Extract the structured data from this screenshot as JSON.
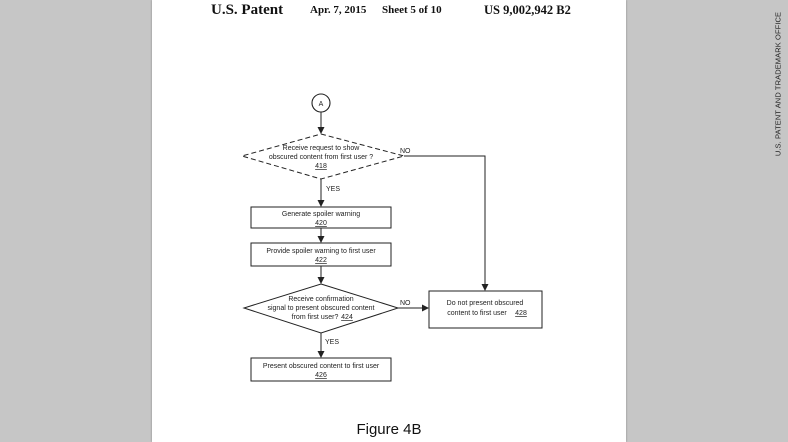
{
  "header": {
    "title": "U.S. Patent",
    "date": "Apr. 7, 2015",
    "sheet": "Sheet 5 of 10",
    "number": "US 9,002,942 B2"
  },
  "flowchart": {
    "connector": "A",
    "decision_418": {
      "line1": "Receive request to show",
      "line2": "obscured content from first user ?",
      "ref": "418"
    },
    "box_420": {
      "line1": "Generate spoiler warning",
      "ref": "420"
    },
    "box_422": {
      "line1": "Provide spoiler warning to first user",
      "ref": "422"
    },
    "decision_424": {
      "line1": "Receive confirmation",
      "line2": "signal to present obscured content",
      "line3": "from first user?",
      "ref": "424"
    },
    "box_426": {
      "line1": "Present obscured content to first user",
      "ref": "426"
    },
    "box_428": {
      "line1": "Do not present obscured",
      "line2": "content to first user",
      "ref": "428"
    },
    "labels": {
      "yes_1": "YES",
      "no_1": "NO",
      "yes_2": "YES",
      "no_2": "NO"
    }
  },
  "caption": "Figure 4B",
  "watermark": "U.S. PATENT AND TRADEMARK OFFICE"
}
